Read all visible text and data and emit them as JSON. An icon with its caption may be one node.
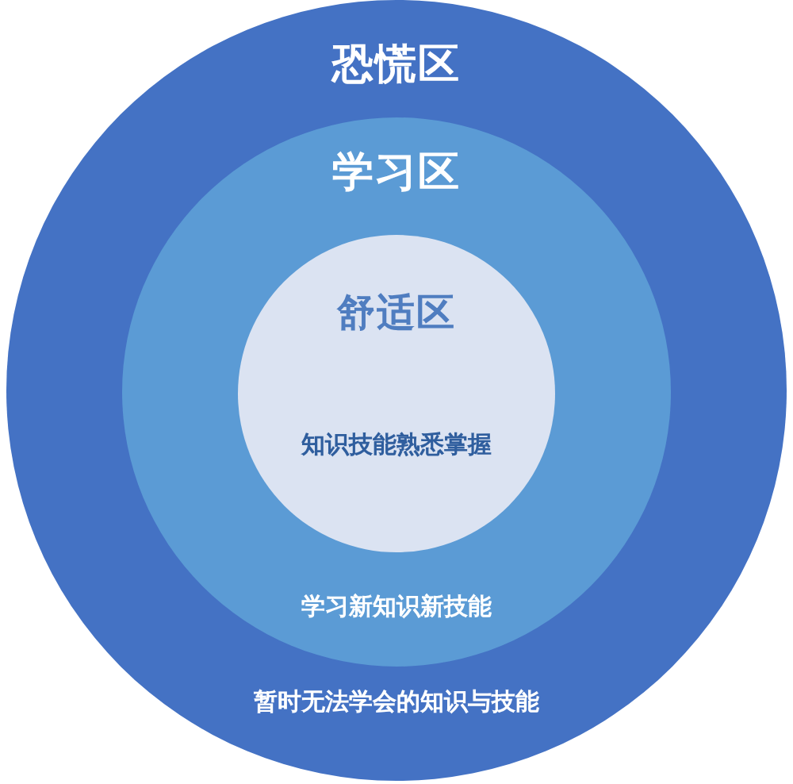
{
  "diagram": {
    "nodes": [
      {
        "text": [
          "恐慌区",
          "暂时无法学会的知识与技能"
        ]
      },
      {
        "text": [
          "学习区",
          "学习新知识新技能"
        ],
        "in": 0
      },
      {
        "text": [
          "舒适区",
          "知识技能熟悉掌握"
        ],
        "in": 1
      }
    ]
  }
}
